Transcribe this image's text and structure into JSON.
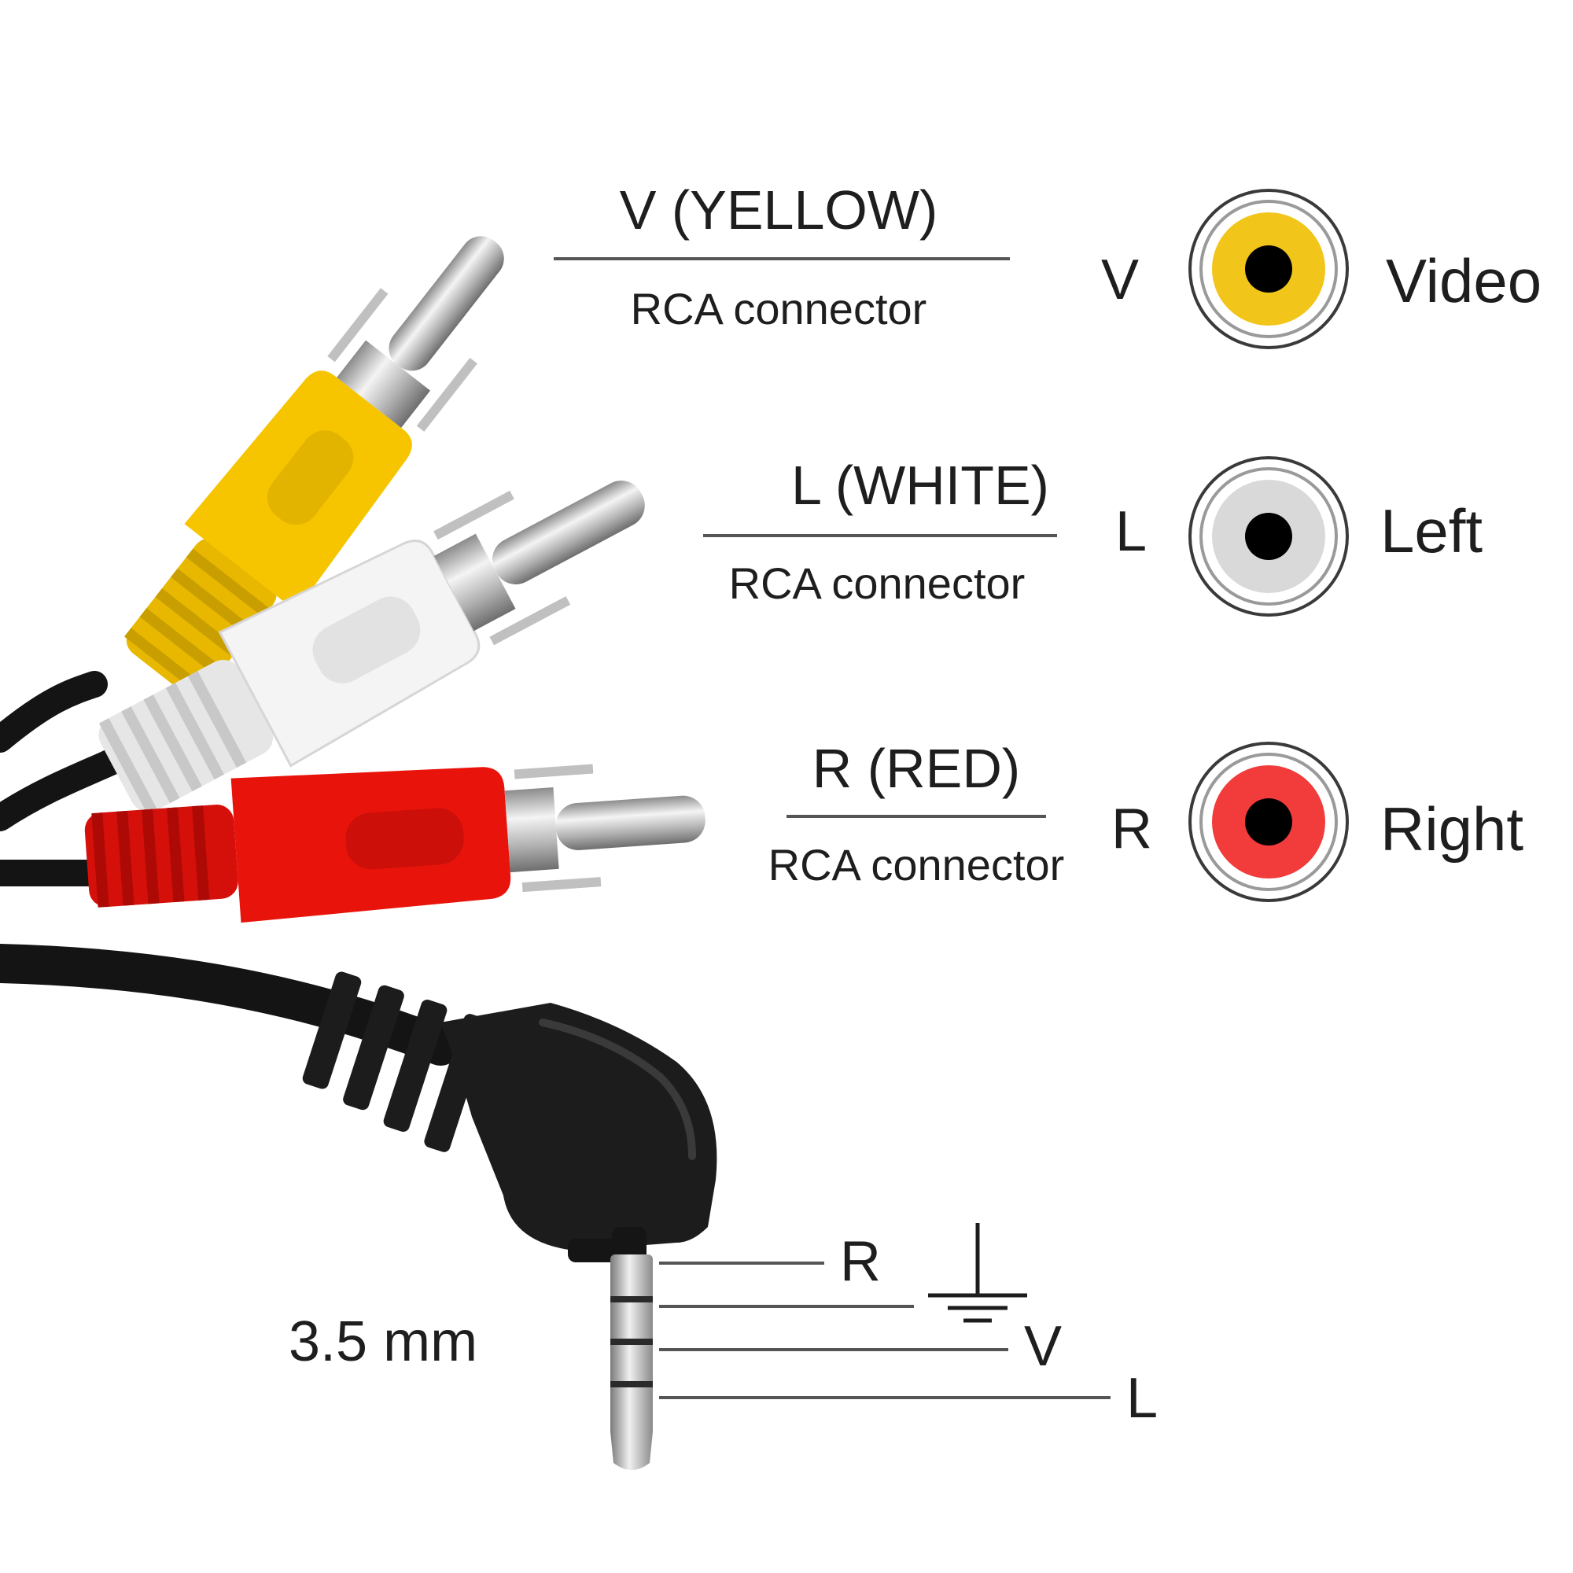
{
  "connectors": [
    {
      "id": "video",
      "caption": "V (YELLOW)",
      "type_label": "RCA connector",
      "short": "V",
      "meaning": "Video",
      "color": "#f2c51b"
    },
    {
      "id": "left",
      "caption": "L (WHITE)",
      "type_label": "RCA connector",
      "short": "L",
      "meaning": "Left",
      "color": "#d9d9d9"
    },
    {
      "id": "right",
      "caption": "R (RED)",
      "type_label": "RCA connector",
      "short": "R",
      "meaning": "Right",
      "color": "#f23b3b"
    }
  ],
  "jack": {
    "size_label": "3.5 mm",
    "pins": [
      "R",
      "V",
      "L"
    ]
  },
  "colors": {
    "plug_yellow": "#f6c500",
    "plug_white": "#f2f2f2",
    "plug_red": "#e8140c",
    "plug_black": "#1c1c1c",
    "metal": "#c4c4c4"
  }
}
